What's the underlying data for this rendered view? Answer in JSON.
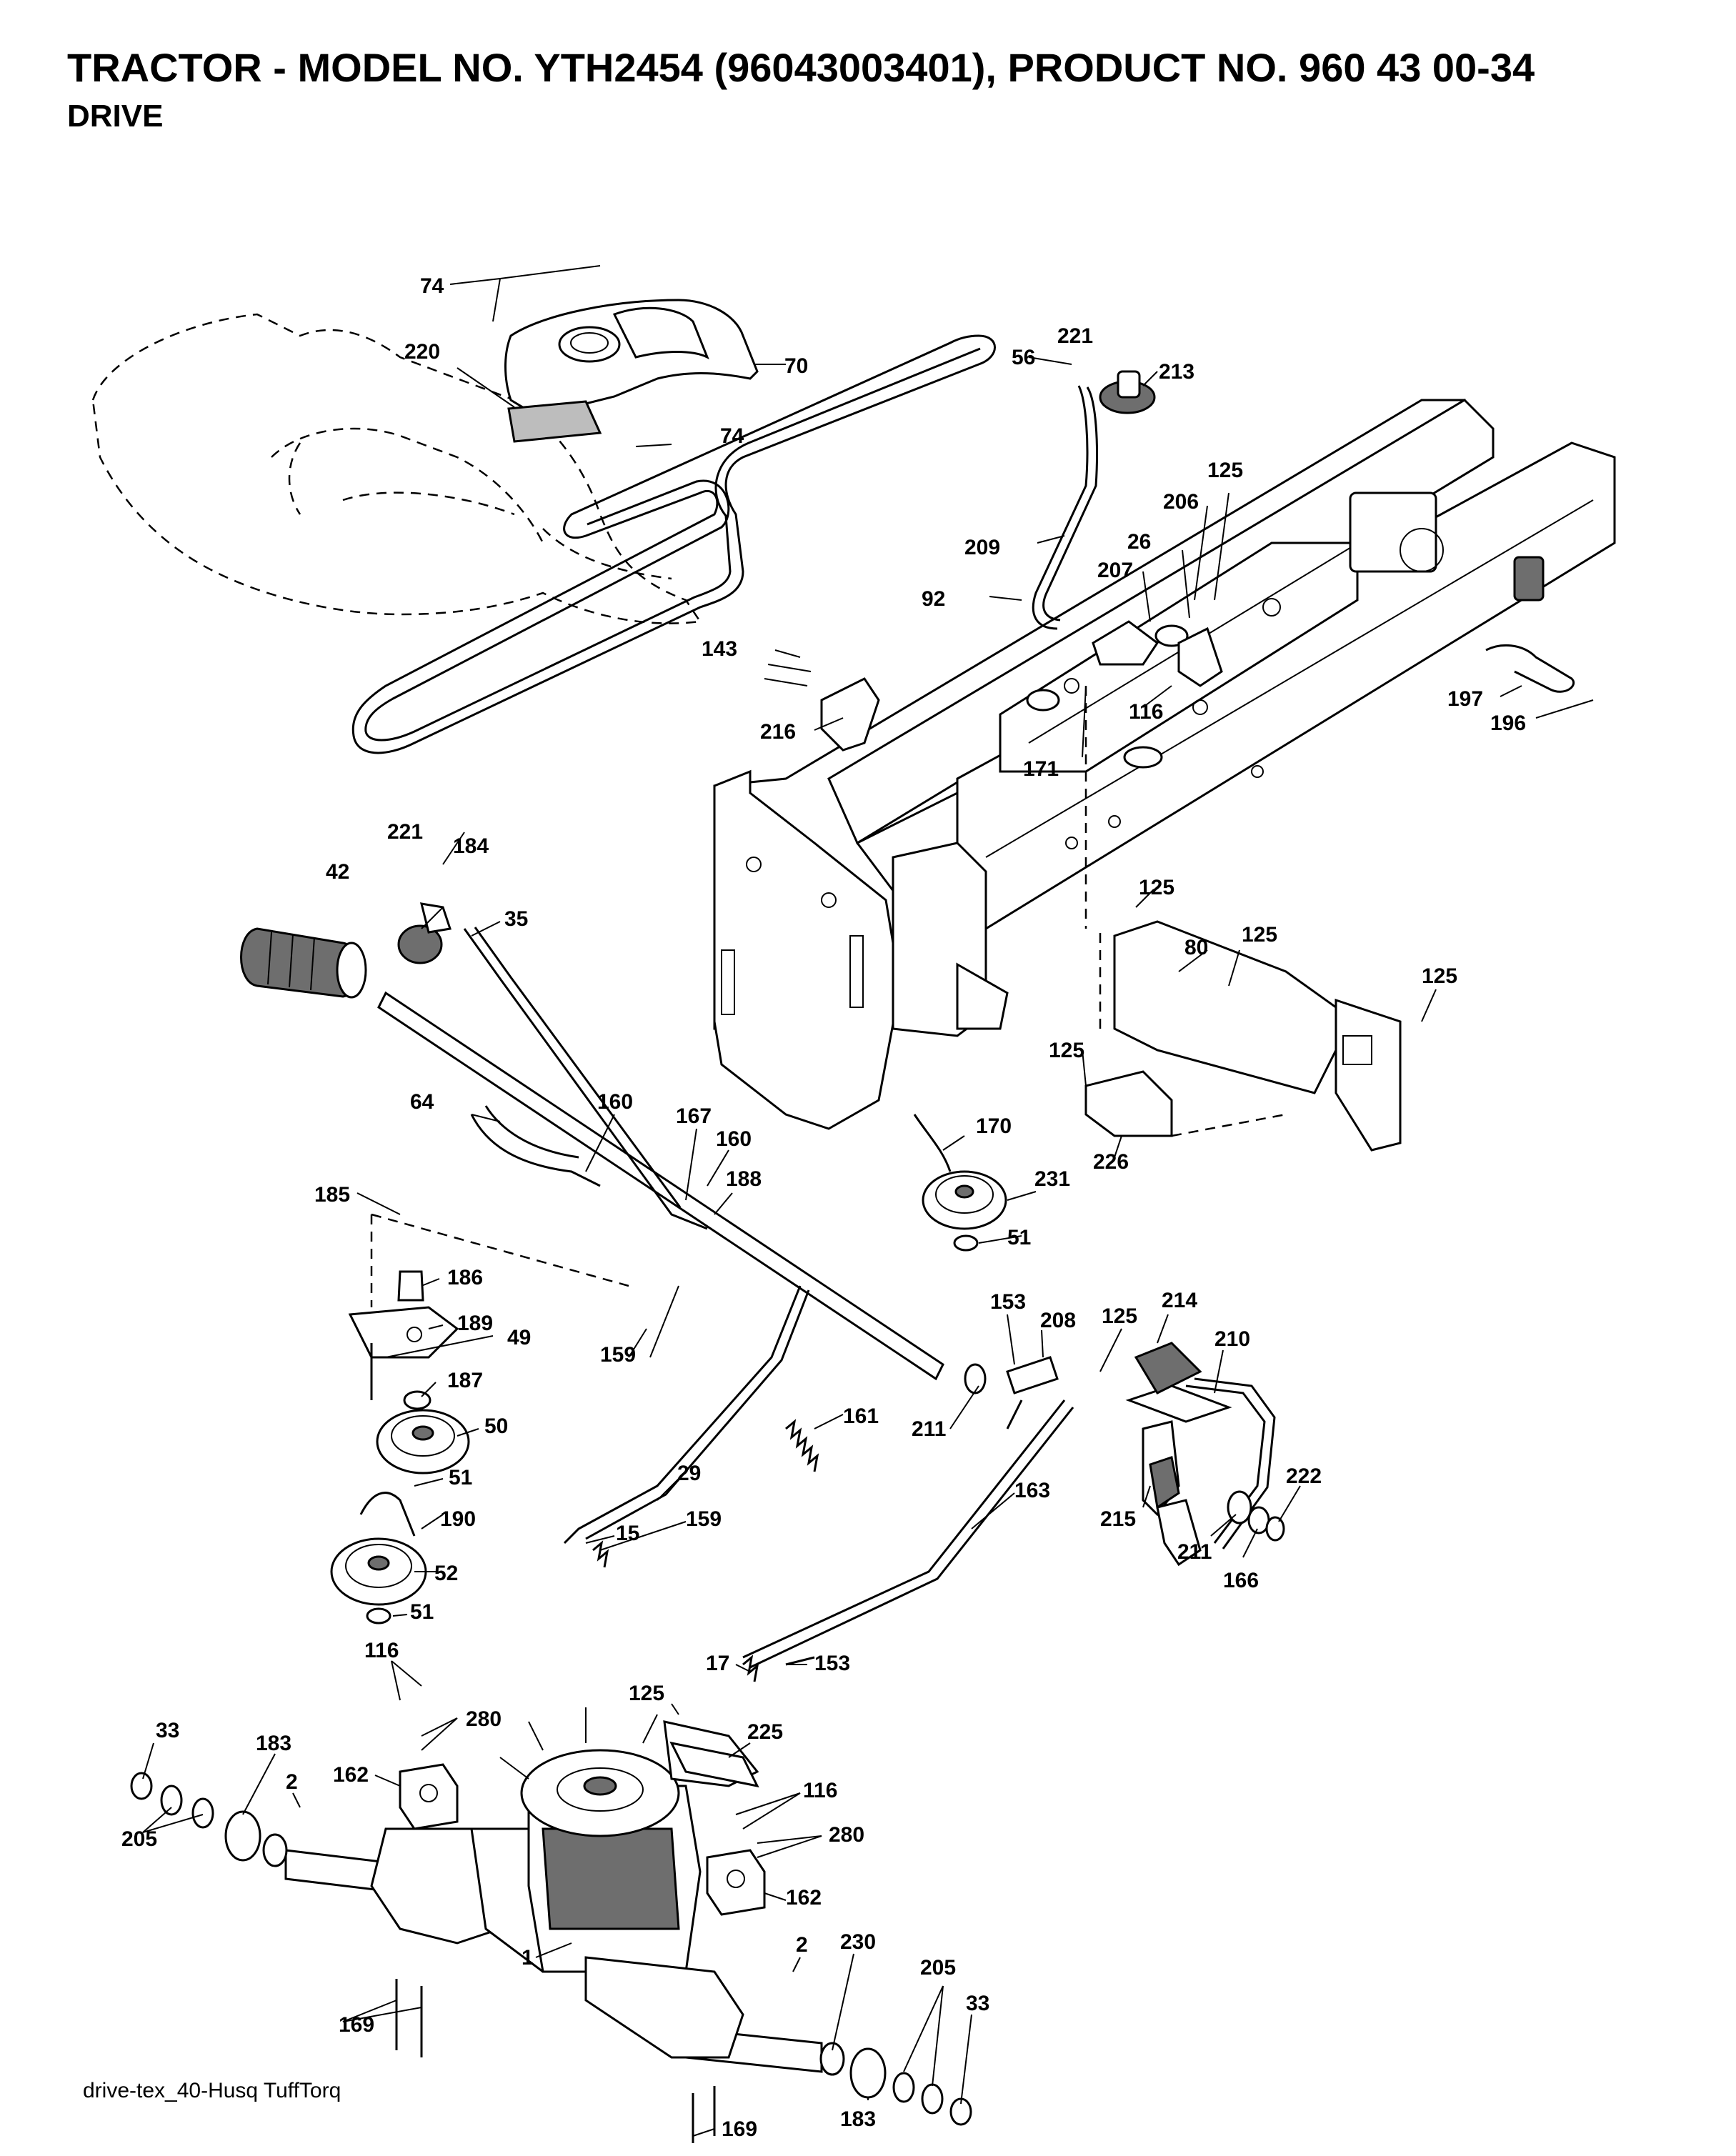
{
  "header": {
    "title": "TRACTOR - MODEL NO. YTH2454 (96043003401), PRODUCT NO. 960 43 00-34",
    "subtitle": "DRIVE"
  },
  "footer": {
    "caption": "drive-tex_40-Husq TuffTorq"
  },
  "callouts": [
    "74",
    "74",
    "220",
    "70",
    "56",
    "221",
    "213",
    "125",
    "206",
    "26",
    "207",
    "209",
    "92",
    "143",
    "216",
    "116",
    "171",
    "197",
    "196",
    "221",
    "184",
    "42",
    "35",
    "125",
    "80",
    "125",
    "125",
    "125",
    "64",
    "160",
    "167",
    "160",
    "188",
    "170",
    "231",
    "51",
    "226",
    "185",
    "186",
    "189",
    "49",
    "187",
    "50",
    "51",
    "190",
    "52",
    "51",
    "159",
    "161",
    "29",
    "15",
    "159",
    "153",
    "208",
    "125",
    "214",
    "210",
    "211",
    "163",
    "215",
    "222",
    "211",
    "166",
    "17",
    "153",
    "116",
    "280",
    "33",
    "183",
    "205",
    "2",
    "162",
    "125",
    "225",
    "116",
    "280",
    "162",
    "1",
    "2",
    "230",
    "205",
    "33",
    "183",
    "169",
    "169"
  ]
}
